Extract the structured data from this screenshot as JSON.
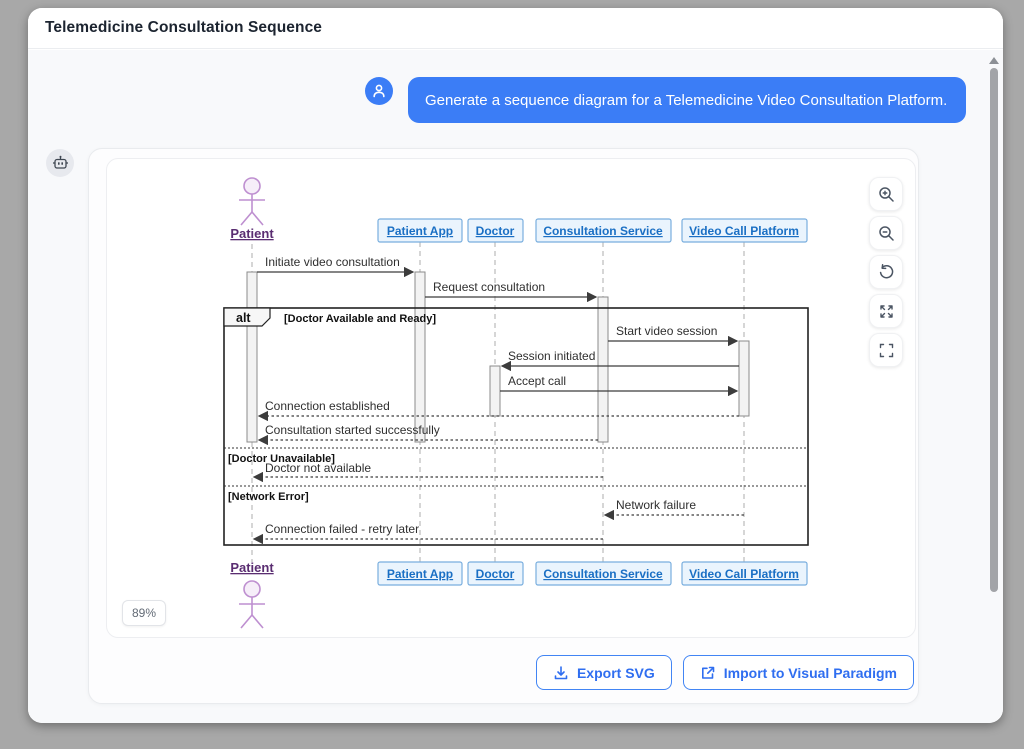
{
  "window": {
    "title": "Telemedicine Consultation Sequence"
  },
  "chat": {
    "user_message": "Generate a sequence diagram for a Telemedicine Video Consultation Platform."
  },
  "viewer": {
    "zoom_level": "89%",
    "controls": [
      "zoom-in",
      "zoom-out",
      "reset-view",
      "expand",
      "fullscreen"
    ]
  },
  "actions": {
    "export": "Export SVG",
    "import_vp": "Import to Visual Paradigm"
  },
  "colors": {
    "accent_blue": "#3b7df6",
    "participant_fill": "#eaf4fd",
    "participant_border": "#79aede",
    "participant_text": "#1a6fc4",
    "actor_purple": "#be8fd0",
    "actor_label": "#5a2d71",
    "arrow": "#3c3c3c"
  },
  "diagram": {
    "actor": "Patient",
    "participants": [
      "Patient App",
      "Doctor",
      "Consultation Service",
      "Video Call Platform"
    ],
    "fragment": {
      "operator": "alt",
      "guards": [
        "[Doctor Available and Ready]",
        "[Doctor Unavailable]",
        "[Network Error]"
      ]
    },
    "messages": [
      {
        "label": "Initiate video consultation",
        "from": "Patient",
        "to": "Patient App",
        "style": "solid"
      },
      {
        "label": "Request consultation",
        "from": "Patient App",
        "to": "Consultation Service",
        "style": "solid"
      },
      {
        "label": "Start video session",
        "from": "Consultation Service",
        "to": "Video Call Platform",
        "style": "solid"
      },
      {
        "label": "Session initiated",
        "from": "Video Call Platform",
        "to": "Doctor",
        "style": "solid"
      },
      {
        "label": "Accept call",
        "from": "Doctor",
        "to": "Video Call Platform",
        "style": "solid"
      },
      {
        "label": "Connection established",
        "from": "Video Call Platform",
        "to": "Patient",
        "style": "dashed"
      },
      {
        "label": "Consultation started successfully",
        "from": "Consultation Service",
        "to": "Patient",
        "style": "dashed"
      },
      {
        "label": "Doctor not available",
        "from": "Consultation Service",
        "to": "Patient",
        "style": "dashed"
      },
      {
        "label": "Network failure",
        "from": "Video Call Platform",
        "to": "Consultation Service",
        "style": "dashed"
      },
      {
        "label": "Connection failed - retry later",
        "from": "Consultation Service",
        "to": "Patient",
        "style": "dashed"
      }
    ]
  }
}
